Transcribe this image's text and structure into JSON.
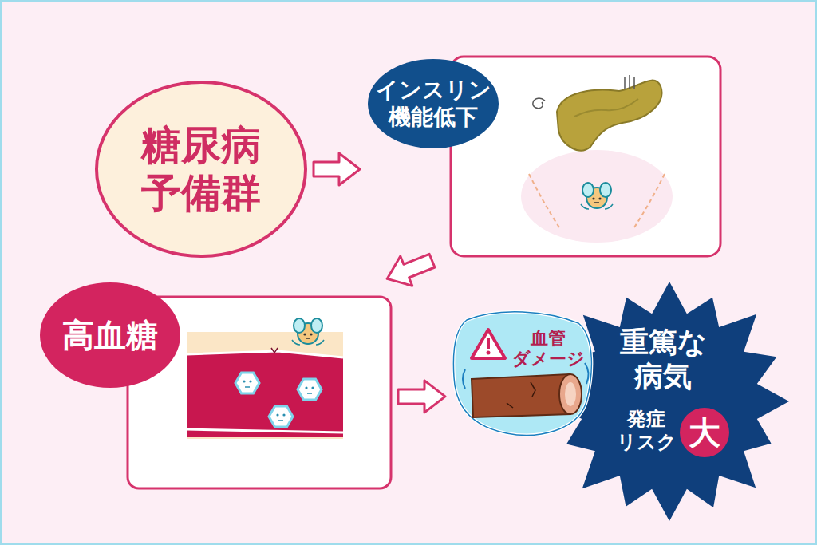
{
  "diagram": {
    "nodes": [
      {
        "text": [
          "糖尿病 予備群"
        ]
      },
      {
        "text": [
          "インスリン 機能低下"
        ]
      },
      {
        "text": [
          "高血糖"
        ]
      },
      {
        "text": [
          "血管 ダメージ"
        ]
      },
      {
        "text": [
          "重篤な 病気",
          "発症 リスク",
          "大"
        ]
      }
    ],
    "edges": [
      {
        "from": 0,
        "to": 1,
        "arrow": "to"
      },
      {
        "from": 1,
        "to": 2,
        "arrow": "to"
      },
      {
        "from": 2,
        "to": 3,
        "arrow": "to"
      }
    ]
  }
}
